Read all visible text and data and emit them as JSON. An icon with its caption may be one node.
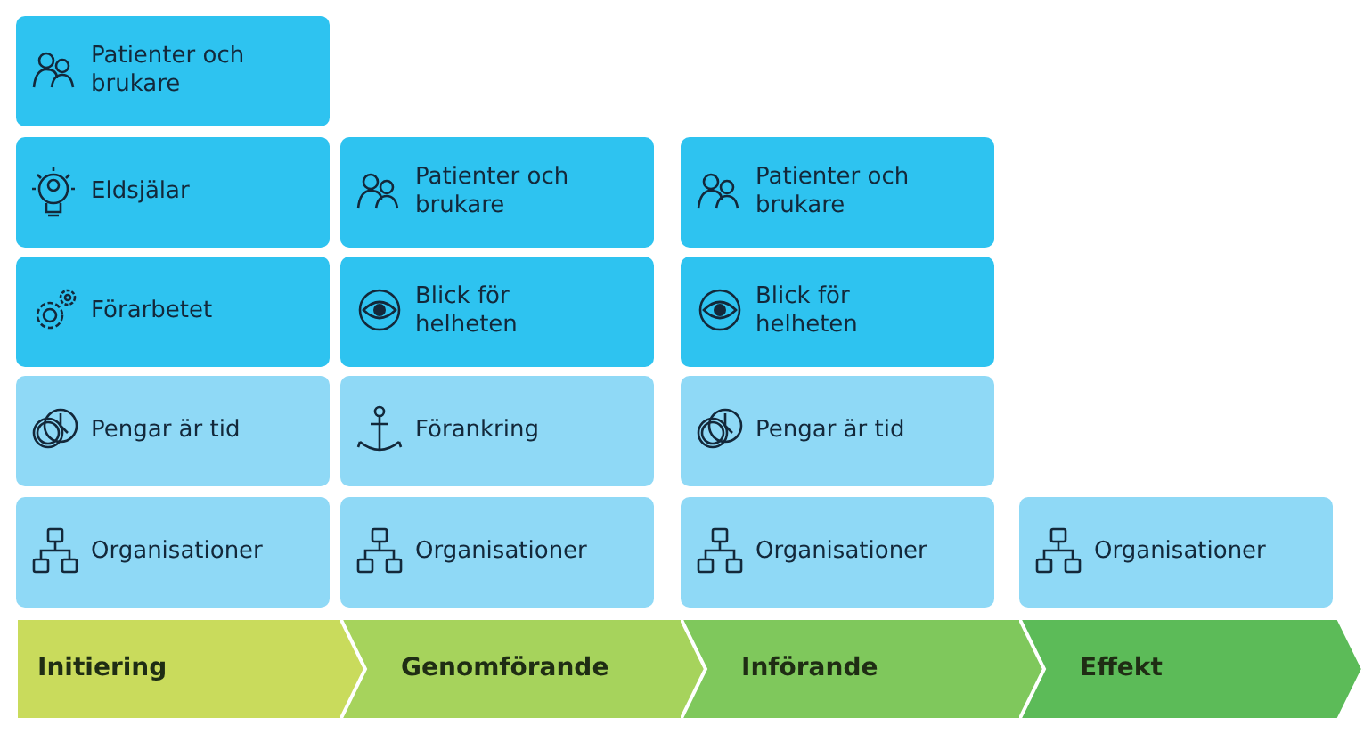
{
  "diagram": {
    "nodes": [
      {
        "text": [
          "Patienter och brukare"
        ]
      },
      {
        "text": [
          "Eldsjälar"
        ]
      },
      {
        "text": [
          "Patienter och brukare"
        ]
      },
      {
        "text": [
          "Patienter och brukare"
        ]
      },
      {
        "text": [
          "Förarbetet"
        ]
      },
      {
        "text": [
          "Blick för helheten"
        ]
      },
      {
        "text": [
          "Blick för helheten"
        ]
      },
      {
        "text": [
          "Pengar är tid"
        ]
      },
      {
        "text": [
          "Förankring"
        ]
      },
      {
        "text": [
          "Pengar är tid"
        ]
      },
      {
        "text": [
          "Organisationer"
        ]
      },
      {
        "text": [
          "Organisationer"
        ]
      },
      {
        "text": [
          "Organisationer"
        ]
      },
      {
        "text": [
          "Organisationer"
        ]
      },
      {
        "text": [
          "Initiering"
        ]
      },
      {
        "text": [
          "Genomförande"
        ]
      },
      {
        "text": [
          "Införande"
        ]
      },
      {
        "text": [
          "Effekt"
        ]
      }
    ],
    "edges": []
  }
}
